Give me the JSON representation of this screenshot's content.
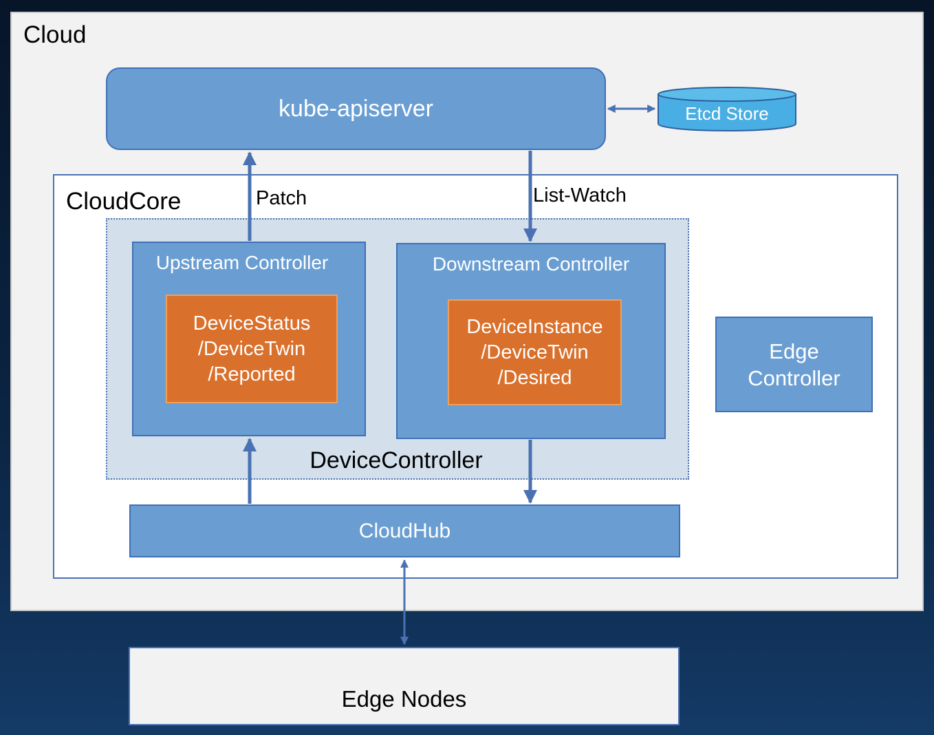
{
  "cloud": {
    "label": "Cloud"
  },
  "apiserver": {
    "label": "kube-apiserver"
  },
  "etcd": {
    "label": "Etcd Store"
  },
  "cloudcore": {
    "label": "CloudCore"
  },
  "edges": {
    "patch": "Patch",
    "list_watch": "List-Watch"
  },
  "device_controller": {
    "label": "DeviceController",
    "upstream": {
      "title": "Upstream Controller",
      "inner": [
        "DeviceStatus",
        "/DeviceTwin",
        "/Reported"
      ]
    },
    "downstream": {
      "title": "Downstream Controller",
      "inner": [
        "DeviceInstance",
        "/DeviceTwin",
        "/Desired"
      ]
    }
  },
  "edge_controller": {
    "lines": [
      "Edge",
      "Controller"
    ]
  },
  "cloudhub": {
    "label": "CloudHub"
  },
  "edge_nodes": {
    "label": "Edge Nodes"
  },
  "colors": {
    "box_blue": "#6a9ed2",
    "border_blue": "#3f6fb5",
    "orange": "#d9702c",
    "etcd_blue": "#48aee3",
    "devctl_bg": "#d3dfeb"
  }
}
